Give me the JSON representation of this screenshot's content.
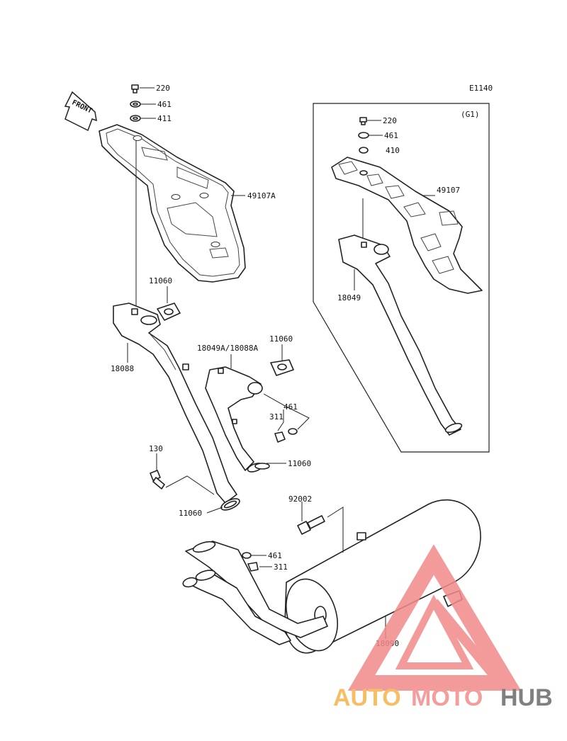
{
  "diagram": {
    "code": "E1140",
    "front_label": "FRONT",
    "group_label": "(G1)",
    "labels": {
      "l220a": "220",
      "l461a": "461",
      "l411": "411",
      "l49107A": "49107A",
      "l11060a": "11060",
      "l18088": "18088",
      "l18049A": "18049A/18088A",
      "l11060b": "11060",
      "l461b": "461",
      "l311a": "311",
      "l11060c": "11060",
      "l130": "130",
      "l11060d": "11060",
      "l92002": "92002",
      "l461c": "461",
      "l311b": "311",
      "l18090": "18090",
      "l220b": "220",
      "l461d": "461",
      "l410": "410",
      "l49107": "49107",
      "l18049": "18049"
    }
  },
  "watermark": {
    "text_a": "AUTO",
    "text_b": "MOTO",
    "text_c": "HUB",
    "color_a": "#f6b24a",
    "color_b": "#f28c8c",
    "color_c": "#6b6b6b",
    "triangle_color": "#f28a8a"
  }
}
